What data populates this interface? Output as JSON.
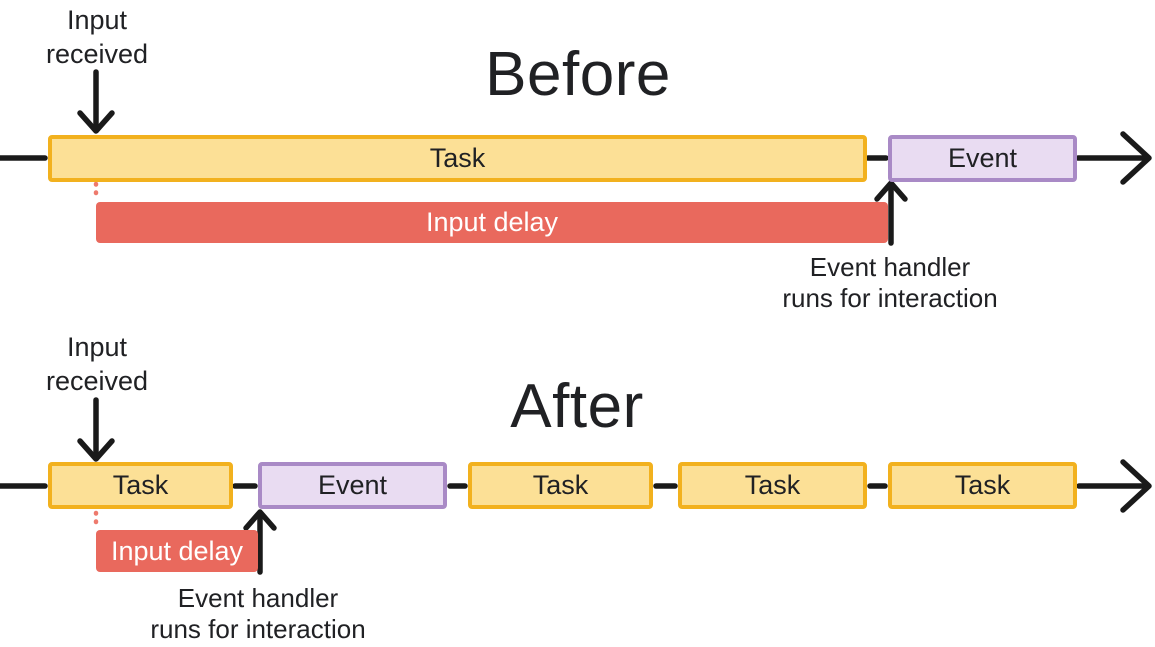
{
  "colors": {
    "task_fill": "#FCE096",
    "task_border": "#F2B11E",
    "event_fill": "#E9DCF2",
    "event_border": "#A98AC6",
    "delay_fill": "#E9695D",
    "delay_text": "#FFFFFF",
    "dot": "#EE7A6D",
    "arrow": "#1A1A1A",
    "text": "#202124"
  },
  "before": {
    "title": "Before",
    "input_label": {
      "line1": "Input",
      "line2": "received"
    },
    "task_label": "Task",
    "event_label": "Event",
    "input_delay_label": "Input delay",
    "handler_label": {
      "line1": "Event handler",
      "line2": "runs for interaction"
    }
  },
  "after": {
    "title": "After",
    "input_label": {
      "line1": "Input",
      "line2": "received"
    },
    "boxes": [
      {
        "type": "task",
        "label": "Task"
      },
      {
        "type": "event",
        "label": "Event"
      },
      {
        "type": "task",
        "label": "Task"
      },
      {
        "type": "task",
        "label": "Task"
      },
      {
        "type": "task",
        "label": "Task"
      }
    ],
    "input_delay_label": "Input delay",
    "handler_label": {
      "line1": "Event handler",
      "line2": "runs for interaction"
    }
  }
}
